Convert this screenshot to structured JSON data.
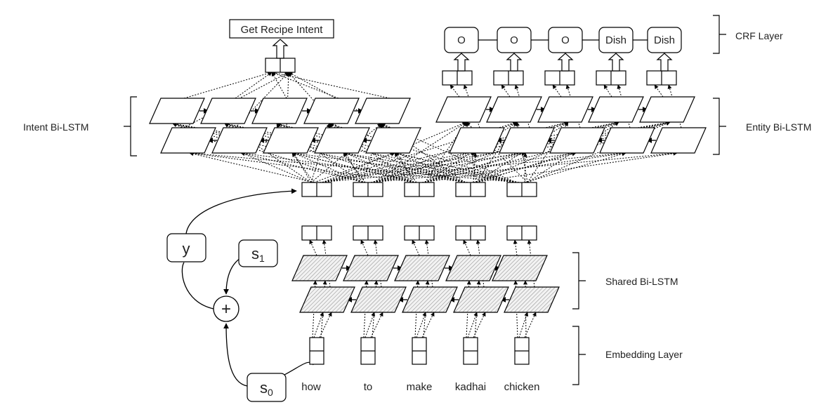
{
  "layers": {
    "crf": "CRF Layer",
    "entity": "Entity Bi-LSTM",
    "intent": "Intent Bi-LSTM",
    "shared": "Shared Bi-LSTM",
    "embedding": "Embedding Layer"
  },
  "intent_output": "Get Recipe Intent",
  "crf_tags": [
    "O",
    "O",
    "O",
    "Dish",
    "Dish"
  ],
  "words": [
    "how",
    "to",
    "make",
    "kadhai",
    "chicken"
  ],
  "states": {
    "y": "y",
    "s1": "s",
    "s1_sub": "1",
    "s0": "s",
    "s0_sub": "0",
    "plus": "+"
  },
  "colors": {
    "line": "#000000",
    "shared_fill": "#e6e6e6"
  }
}
